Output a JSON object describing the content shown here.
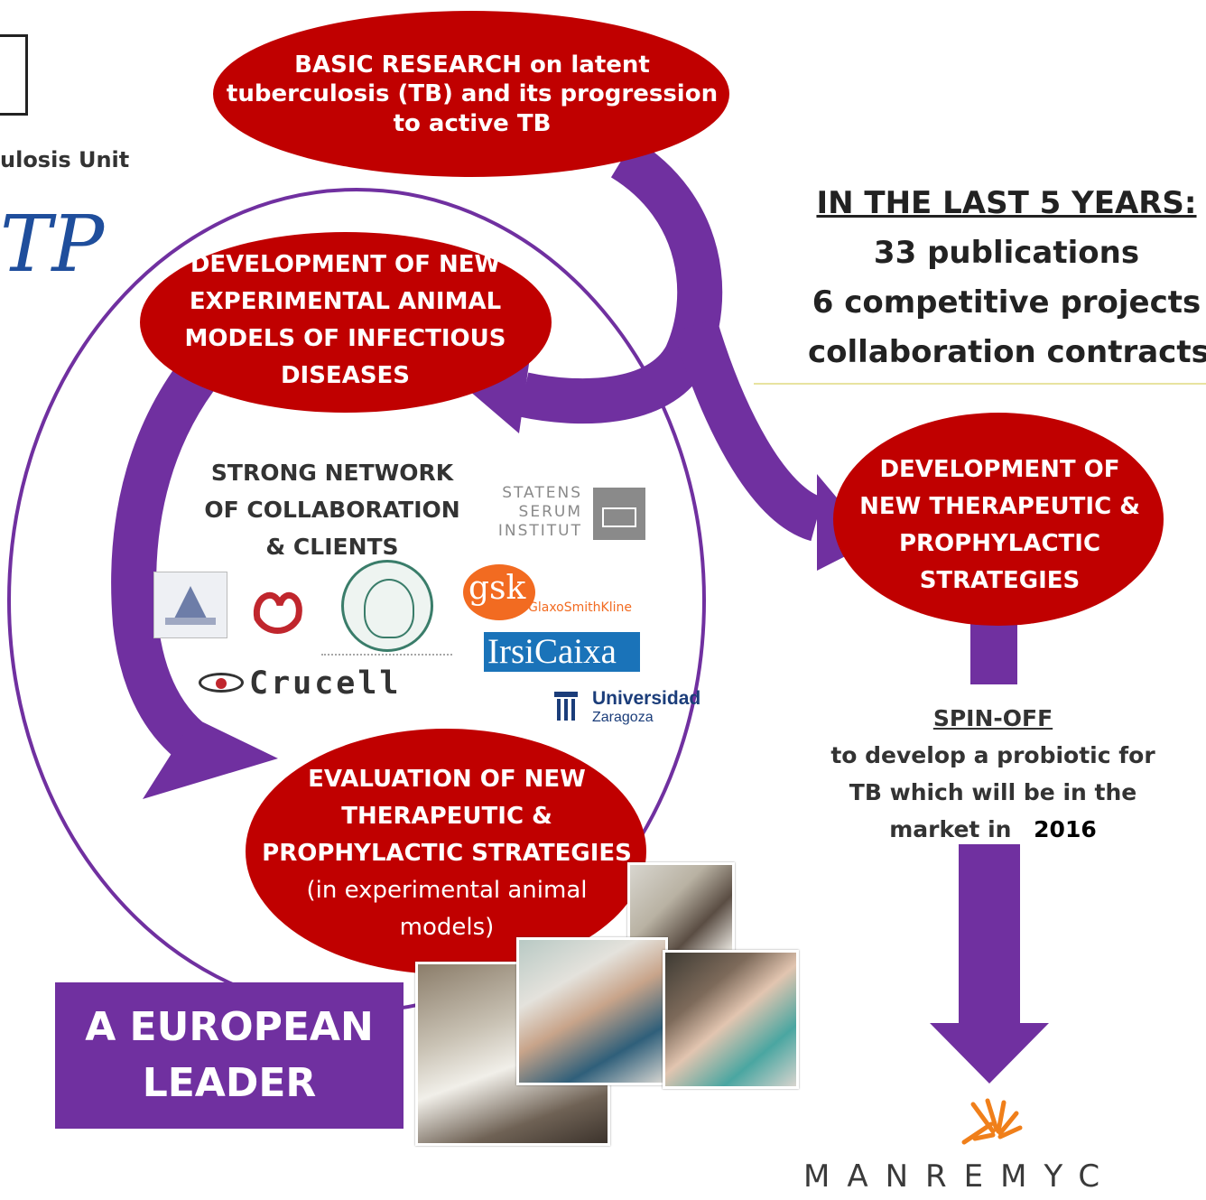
{
  "header": {
    "top_left_fragment": "ulosis Unit",
    "top_left_logo_fragment": "TP"
  },
  "nodes": {
    "basic_research": [
      "BASIC RESEARCH on  latent",
      "tuberculosis (TB) and its progression",
      "to active TB"
    ],
    "animal_models": [
      "DEVELOPMENT OF NEW",
      "EXPERIMENTAL ANIMAL",
      "MODELS OF INFECTIOUS",
      "DISEASES"
    ],
    "therapeutic_dev": [
      "DEVELOPMENT OF",
      "NEW THERAPEUTIC &",
      "PROPHYLACTIC",
      "STRATEGIES"
    ],
    "evaluation": [
      "EVALUATION OF NEW",
      "THERAPEUTIC &",
      "PROPHYLACTIC STRATEGIES"
    ],
    "evaluation_note": [
      "(in experimental animal",
      "models)"
    ]
  },
  "stats": {
    "heading": "IN THE LAST 5 YEARS:",
    "lines": [
      "33 publications",
      "6 competitive projects",
      "collaboration contracts"
    ]
  },
  "network": {
    "lines": [
      "STRONG NETWORK",
      "OF COLLABORATION",
      "& CLIENTS"
    ]
  },
  "partners": {
    "ssi": [
      "STATENS",
      "SERUM",
      "INSTITUT"
    ],
    "gsk": "gsk",
    "gsk_full": "GlaxoSmithKline",
    "irsicaixa": "IrsiCaixa",
    "crucell": "Crucell",
    "unizar_1": "Universidad",
    "unizar_2": "Zaragoza"
  },
  "spinoff": {
    "title": "SPIN-OFF",
    "lines": [
      "to develop a probiotic for",
      "TB which will be in the"
    ],
    "market_prefix": "market in",
    "year": "2016"
  },
  "leader": {
    "lines": [
      "A EUROPEAN",
      "LEADER"
    ]
  },
  "company": {
    "name": "MANREMYC"
  },
  "colors": {
    "ellipse_red": "#c00000",
    "arrow_purple": "#7030a0",
    "outline_purple": "#7030a0"
  }
}
